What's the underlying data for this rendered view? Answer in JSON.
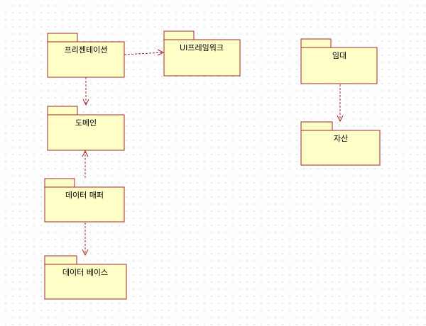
{
  "packages": {
    "presentation": {
      "label": "프리젠테이션"
    },
    "ui_framework": {
      "label": "UI프레임워크"
    },
    "domain": {
      "label": "도메인"
    },
    "data_mapper": {
      "label": "데이터 매퍼"
    },
    "database": {
      "label": "데이터 베이스"
    },
    "lease": {
      "label": "임대"
    },
    "asset": {
      "label": "자산"
    }
  },
  "colors": {
    "package_fill": "#ffffc8",
    "package_border": "#a52a2a",
    "dependency_line": "#a52a2a"
  }
}
